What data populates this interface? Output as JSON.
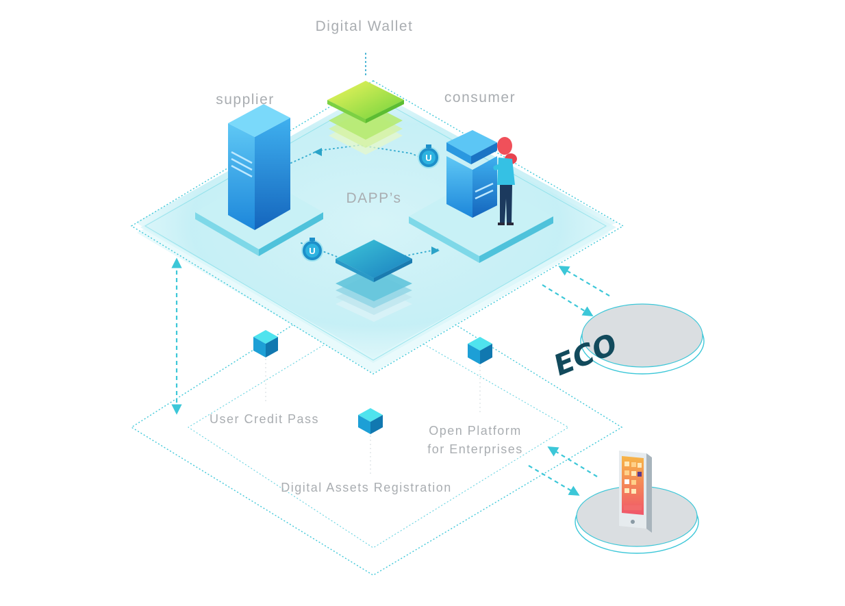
{
  "labels": {
    "digital_wallet": "Digital Wallet",
    "supplier": "supplier",
    "consumer": "consumer",
    "dapps": "DAPP’s",
    "user_credit_pass": "User Credit Pass",
    "open_platform_line1": "Open Platform",
    "open_platform_line2": "for Enterprises",
    "digital_assets_registration": "Digital Assets Registration",
    "eco_badge": "ECO",
    "token_glyph": "U"
  },
  "colors": {
    "outline_cyan": "#3cc7d8",
    "platform_glow": "#bfeff5",
    "server_blue": "#1e8fe0",
    "server_light": "#43c7ef",
    "wallet_green": "#8ddc3c",
    "wallet_yellow": "#e9f25c",
    "stack_teal": "#22b3c9",
    "eco_disc": "#d9dde0",
    "eco_letters": "#124a5c",
    "cube_top": "#4fe3ee",
    "cube_left": "#1d9fd6",
    "cube_right": "#1178b0",
    "figure_hair": "#f0505a",
    "phone_screen": "#f7864a",
    "label_gray": "#a9adb1"
  },
  "icons": {
    "server": "server-icon",
    "wallet": "layered-wallet-icon",
    "token": "token-coin-icon",
    "cube": "cube-icon",
    "person": "person-icon",
    "phone": "smartphone-icon"
  }
}
